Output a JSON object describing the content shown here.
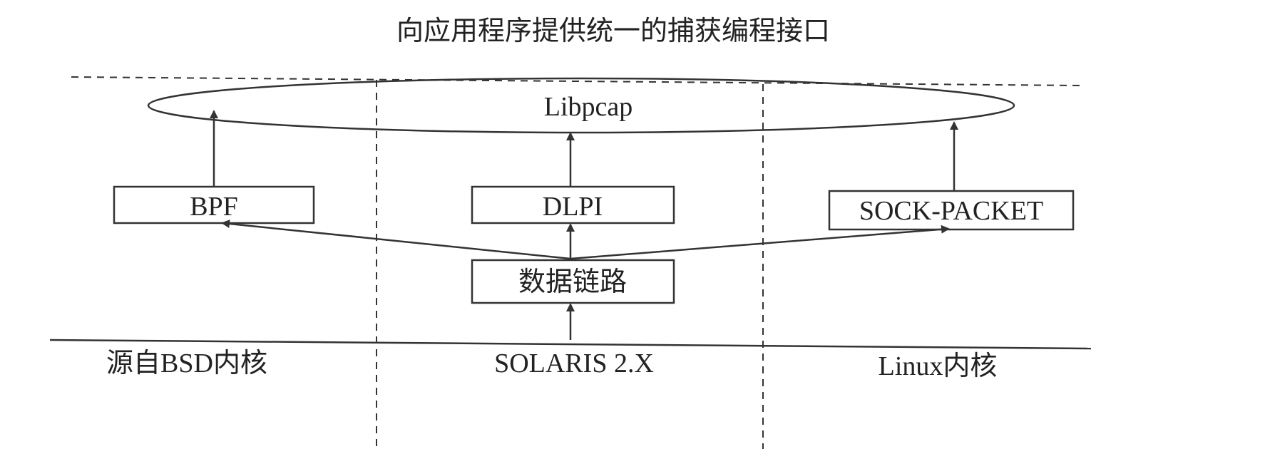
{
  "title": "向应用程序提供统一的捕获编程接口",
  "nodes": {
    "libpcap": "Libpcap",
    "bpf": "BPF",
    "dlpi": "DLPI",
    "sock_packet": "SOCK-PACKET",
    "datalink": "数据链路"
  },
  "platforms": {
    "bsd": "源自BSD内核",
    "solaris": "SOLARIS 2.X",
    "linux": "Linux内核"
  }
}
